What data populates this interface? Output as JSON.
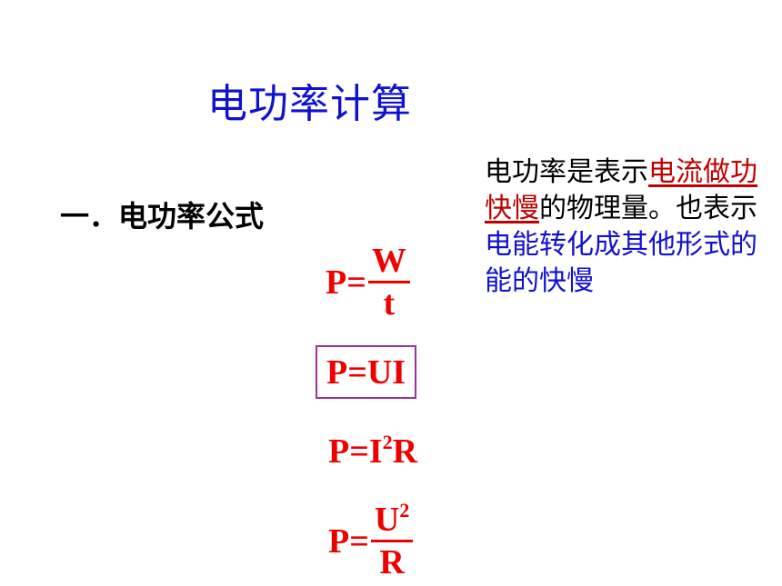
{
  "title": "电功率计算",
  "section_heading": "一．电功率公式",
  "formulas": {
    "f1": {
      "lhs": "P=",
      "num": "W",
      "den": "t"
    },
    "f2": {
      "text": "P=UI"
    },
    "f3": {
      "lhs": "P=I",
      "sup": "2",
      "tail": "R"
    },
    "f4": {
      "lhs": "P=",
      "num": "U",
      "num_sup": "2",
      "den": "R"
    }
  },
  "description": {
    "part1": "电功率是表示",
    "part2_highlight": "电流做功快慢",
    "part3": "的物理量。也表示",
    "part4_blue": "电能转化成其他形式的能的快慢"
  },
  "colors": {
    "title": "#1010d0",
    "formula": "#ee0000",
    "box_border": "#993399",
    "highlight_red": "#c00000",
    "highlight_blue": "#1010d0"
  }
}
